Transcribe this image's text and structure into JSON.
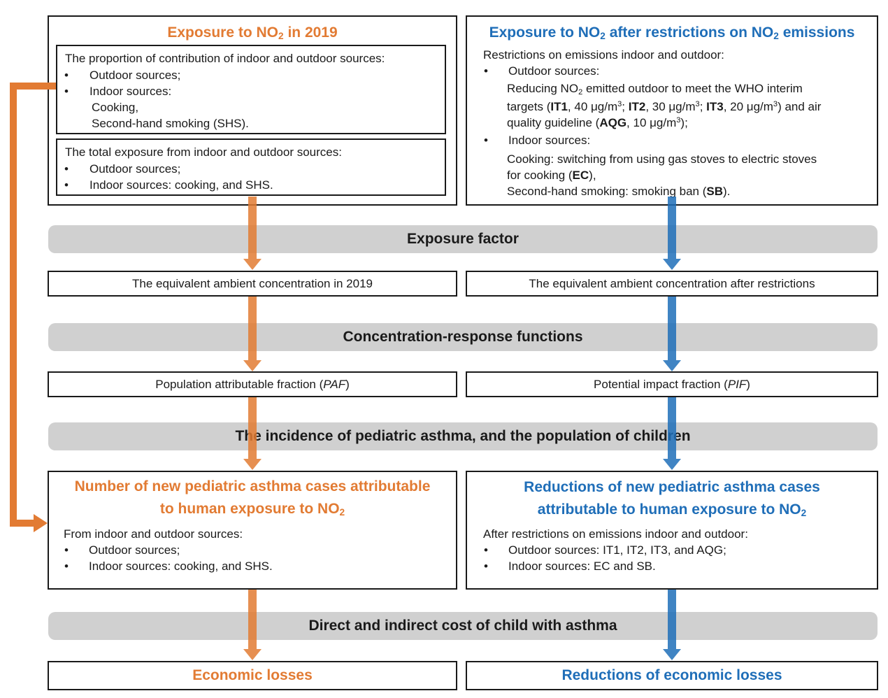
{
  "colors": {
    "orange": "#e27b33",
    "blue": "#1f6eb8",
    "band": "#d0d0d0",
    "border": "#1a1a1a"
  },
  "left_top": {
    "title_pre": "Exposure to NO",
    "title_sub": "2",
    "title_post": " in 2019",
    "proportion": {
      "heading": "The proportion of contribution of indoor and outdoor sources:",
      "bullet1": "Outdoor sources;",
      "bullet2": "Indoor sources:",
      "sub1": "Cooking,",
      "sub2": "Second-hand smoking (SHS)."
    },
    "total": {
      "heading": "The total exposure from indoor and outdoor sources:",
      "bullet1": "Outdoor sources;",
      "bullet2": "Indoor sources: cooking, and SHS."
    }
  },
  "right_top": {
    "title_pre": "Exposure to NO",
    "title_sub": "2",
    "title_post": " after restrictions on NO",
    "title_sub2": "2",
    "title_post2": " emissions",
    "heading": "Restrictions on emissions indoor and outdoor:",
    "bullet1": "Outdoor sources:",
    "out_l1_pre": "Reducing NO",
    "out_l1_sub": "2",
    "out_l1_post": " emitted outdoor to meet the WHO interim",
    "out_l2_a": "targets (",
    "it1": "IT1",
    "out_l2_b": ", 40 μg/m",
    "sup3": "3",
    "out_l2_c": "; ",
    "it2": "IT2",
    "out_l2_d": ", 30 μg/m",
    "out_l2_e": "; ",
    "it3": "IT3",
    "out_l2_f": ", 20 μg/m",
    "out_l2_g": ") and air",
    "out_l3_a": "quality guideline (",
    "aqg": "AQG",
    "out_l3_b": ", 10 μg/m",
    "out_l3_c": ");",
    "bullet2": "Indoor sources:",
    "in_l1": "Cooking: switching from using gas stoves to electric stoves",
    "in_l2_a": "for cooking (",
    "ec": "EC",
    "in_l2_b": "),",
    "in_l3_a": "Second-hand smoking: smoking ban (",
    "sb": "SB",
    "in_l3_b": ")."
  },
  "bands": {
    "exposure_factor": "Exposure factor",
    "crf": "Concentration-response functions",
    "incidence": "The incidence of pediatric asthma, and the population of children",
    "cost": "Direct and indirect cost of child with asthma"
  },
  "equiv_left": "The equivalent ambient concentration in 2019",
  "equiv_right": "The equivalent ambient concentration after restrictions",
  "paf_pre": "Population attributable fraction (",
  "paf_it": "PAF",
  "paf_post": ")",
  "pif_pre": "Potential impact fraction (",
  "pif_it": "PIF",
  "pif_post": ")",
  "left_cases": {
    "title_l1": "Number of new pediatric asthma cases attributable",
    "title_l2_pre": "to human exposure to NO",
    "title_l2_sub": "2",
    "heading": "From indoor and outdoor sources:",
    "bullet1": "Outdoor sources;",
    "bullet2": "Indoor sources: cooking, and SHS."
  },
  "right_cases": {
    "title_l1": "Reductions of new pediatric asthma cases",
    "title_l2_pre": "attributable to human exposure to NO",
    "title_l2_sub": "2",
    "heading": "After restrictions on emissions indoor and outdoor:",
    "bullet1": "Outdoor sources: IT1, IT2, IT3, and AQG;",
    "bullet2": "Indoor sources: EC and SB."
  },
  "bottom_left": "Economic losses",
  "bottom_right": "Reductions of economic losses",
  "bullet_char": "•"
}
